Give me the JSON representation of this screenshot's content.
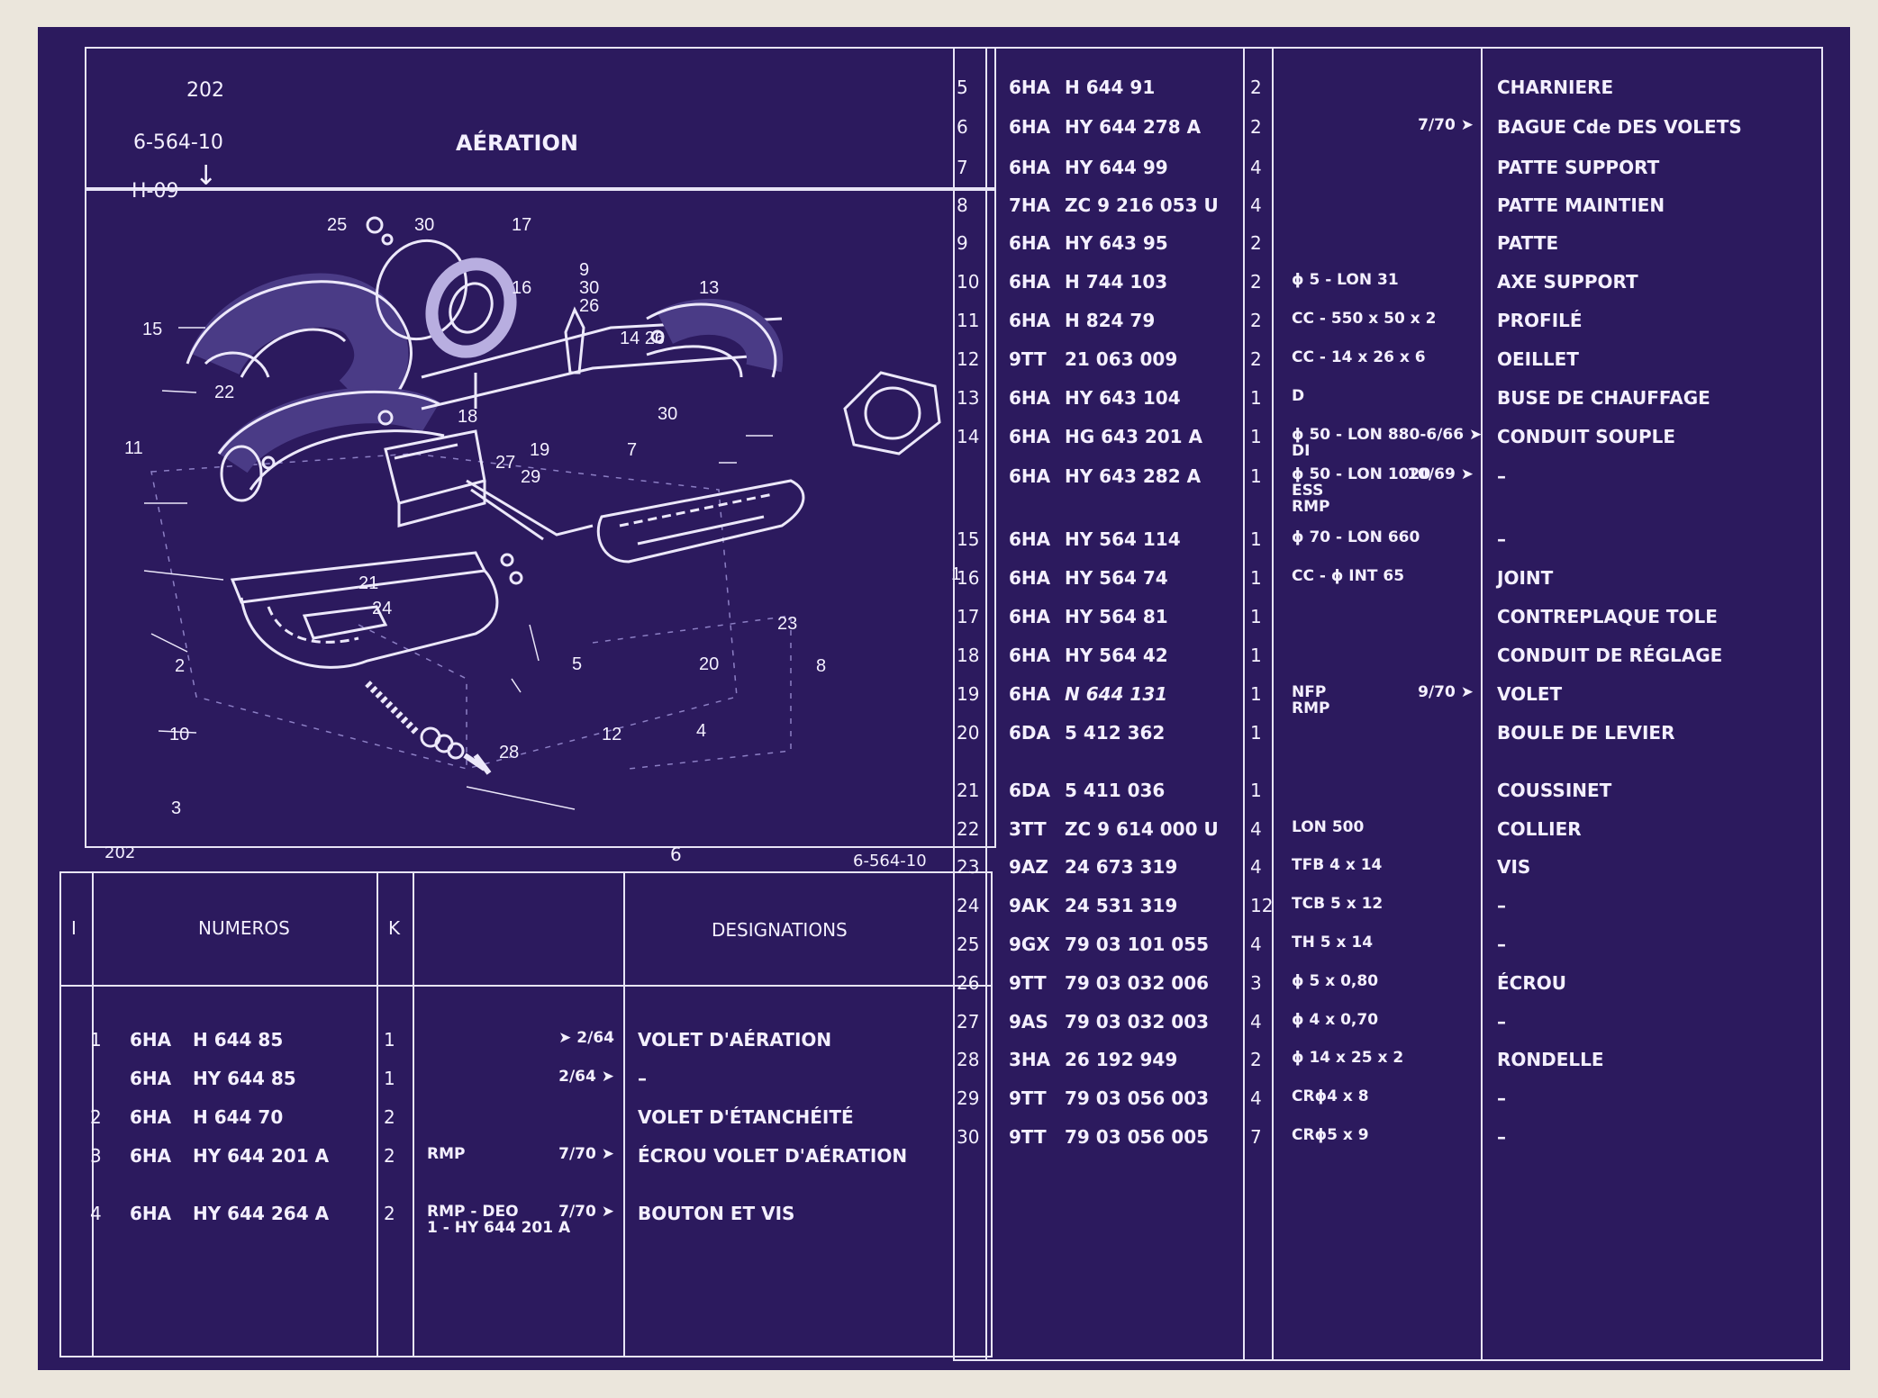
{
  "header": {
    "model": "202",
    "plate_code": "6-564-10",
    "group_code": "H-09",
    "title": "AÉRATION"
  },
  "diagram": {
    "corner_model": "202",
    "corner_code": "6-564-10",
    "callouts": [
      "25",
      "30",
      "17",
      "9",
      "30",
      "26",
      "16",
      "13",
      "15",
      "14 26",
      "22",
      "18",
      "30",
      "11",
      "27",
      "19",
      "7",
      "29",
      "21",
      "24",
      "1",
      "23",
      "2",
      "5",
      "20",
      "8",
      "10",
      "12",
      "4",
      "28",
      "3",
      "6"
    ]
  },
  "table_header": {
    "index": "I",
    "numbers": "NUMEROS",
    "qty": "K",
    "designations": "DESIGNATIONS"
  },
  "rows_left": [
    {
      "i": "1",
      "pre": "6HA",
      "part": "H  644   85",
      "k": "1",
      "note": "",
      "date": "➤ 2/64",
      "des": "VOLET D'AÉRATION"
    },
    {
      "i": "",
      "pre": "6HA",
      "part": "HY  644   85",
      "k": "1",
      "note": "",
      "date": "2/64 ➤",
      "des": "–"
    },
    {
      "i": "2",
      "pre": "6HA",
      "part": "H  644   70",
      "k": "2",
      "note": "",
      "date": "",
      "des": "VOLET D'ÉTANCHÉITÉ"
    },
    {
      "i": "3",
      "pre": "6HA",
      "part": "HY  644  201  A",
      "k": "2",
      "note": "RMP",
      "date": "7/70 ➤",
      "des": "ÉCROU VOLET D'AÉRATION"
    },
    {
      "i": "4",
      "pre": "6HA",
      "part": "HY  644  264  A",
      "k": "2",
      "note": "RMP - DEO\n1 - HY 644 201 A",
      "date": "7/70 ➤",
      "des": "BOUTON ET VIS"
    }
  ],
  "rows_right": [
    {
      "i": "5",
      "pre": "6HA",
      "part": "H  644   91",
      "k": "2",
      "note": "",
      "date": "",
      "des": "CHARNIERE"
    },
    {
      "i": "6",
      "pre": "6HA",
      "part": "HY  644  278  A",
      "k": "2",
      "note": "",
      "date": "7/70 ➤",
      "des": "BAGUE Cde DES VOLETS"
    },
    {
      "i": "7",
      "pre": "6HA",
      "part": "HY  644   99",
      "k": "4",
      "note": "",
      "date": "",
      "des": "PATTE SUPPORT"
    },
    {
      "i": "8",
      "pre": "7HA",
      "part": "ZC  9  216  053 U",
      "k": "4",
      "note": "",
      "date": "",
      "des": "PATTE MAINTIEN"
    },
    {
      "i": "9",
      "pre": "6HA",
      "part": "HY  643   95",
      "k": "2",
      "note": "",
      "date": "",
      "des": "PATTE"
    },
    {
      "i": "10",
      "pre": "6HA",
      "part": "H  744  103",
      "k": "2",
      "note": "ϕ 5 - LON 31",
      "date": "",
      "des": "AXE SUPPORT"
    },
    {
      "i": "11",
      "pre": "6HA",
      "part": "H  824   79",
      "k": "2",
      "note": "CC - 550 x 50 x 2",
      "date": "",
      "des": "PROFILÉ"
    },
    {
      "i": "12",
      "pre": "9TT",
      "part": "21  063  009",
      "k": "2",
      "note": "CC - 14 x 26 x 6",
      "date": "",
      "des": "OEILLET"
    },
    {
      "i": "13",
      "pre": "6HA",
      "part": "HY  643  104",
      "k": "1",
      "note": "D",
      "date": "",
      "des": "BUSE DE CHAUFFAGE"
    },
    {
      "i": "14",
      "pre": "6HA",
      "part": "HG  643  201  A",
      "k": "1",
      "note": "ϕ 50 - LON 880-6/66 ➤\nDI",
      "date": "",
      "des": "CONDUIT SOUPLE"
    },
    {
      "i": "",
      "pre": "6HA",
      "part": "HY  643  282  A",
      "k": "1",
      "note": "ϕ 50 - LON 1020\nESS\nRMP",
      "date": "10/69 ➤",
      "des": "–"
    },
    {
      "i": "15",
      "pre": "6HA",
      "part": "HY  564  114",
      "k": "1",
      "note": "ϕ 70 - LON 660",
      "date": "",
      "des": "–"
    },
    {
      "i": "16",
      "pre": "6HA",
      "part": "HY  564   74",
      "k": "1",
      "note": "CC - ϕ INT 65",
      "date": "",
      "des": "JOINT"
    },
    {
      "i": "17",
      "pre": "6HA",
      "part": "HY  564   81",
      "k": "1",
      "note": "",
      "date": "",
      "des": "CONTREPLAQUE TOLE"
    },
    {
      "i": "18",
      "pre": "6HA",
      "part": "HY  564   42",
      "k": "1",
      "note": "",
      "date": "",
      "des": "CONDUIT DE RÉGLAGE"
    },
    {
      "i": "19",
      "pre": "6HA",
      "part": "N 644  131",
      "k": "1",
      "note": "NFP\nRMP",
      "date": "9/70 ➤",
      "des": "VOLET"
    },
    {
      "i": "20",
      "pre": "6DA",
      "part": "5  412  362",
      "k": "1",
      "note": "",
      "date": "",
      "des": "BOULE DE LEVIER"
    },
    {
      "i": "21",
      "pre": "6DA",
      "part": "5  411  036",
      "k": "1",
      "note": "",
      "date": "",
      "des": "COUSSINET"
    },
    {
      "i": "22",
      "pre": "3TT",
      "part": "ZC  9  614  000  U",
      "k": "4",
      "note": "LON 500",
      "date": "",
      "des": "COLLIER"
    },
    {
      "i": "23",
      "pre": "9AZ",
      "part": "24  673  319",
      "k": "4",
      "note": "TFB 4 x 14",
      "date": "",
      "des": "VIS"
    },
    {
      "i": "24",
      "pre": "9AK",
      "part": "24  531  319",
      "k": "12",
      "note": "TCB 5 x 12",
      "date": "",
      "des": "–"
    },
    {
      "i": "25",
      "pre": "9GX",
      "part": "79  03  101  055",
      "k": "4",
      "note": "TH 5 x 14",
      "date": "",
      "des": "–"
    },
    {
      "i": "26",
      "pre": "9TT",
      "part": "79  03  032  006",
      "k": "3",
      "note": "ϕ 5 x 0,80",
      "date": "",
      "des": "ÉCROU"
    },
    {
      "i": "27",
      "pre": "9AS",
      "part": "79  03  032  003",
      "k": "4",
      "note": "ϕ 4 x 0,70",
      "date": "",
      "des": "–"
    },
    {
      "i": "28",
      "pre": "3HA",
      "part": "26  192  949",
      "k": "2",
      "note": "ϕ 14 x 25 x 2",
      "date": "",
      "des": "RONDELLE"
    },
    {
      "i": "29",
      "pre": "9TT",
      "part": "79  03  056  003",
      "k": "4",
      "note": "CRϕ4 x 8",
      "date": "",
      "des": "–"
    },
    {
      "i": "30",
      "pre": "9TT",
      "part": "79  03  056  005",
      "k": "7",
      "note": "CRϕ5 x 9",
      "date": "",
      "des": "–"
    }
  ]
}
